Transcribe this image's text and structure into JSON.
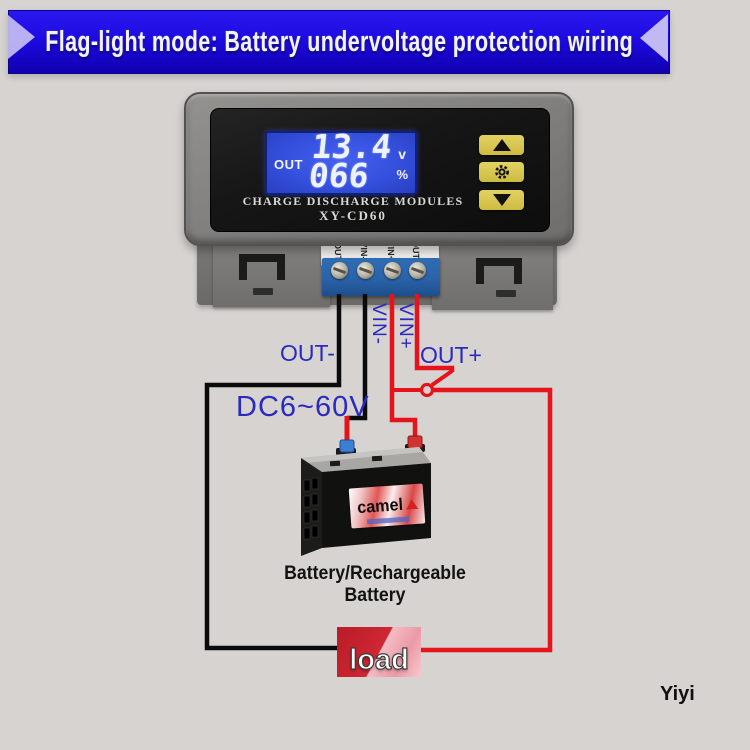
{
  "banner": {
    "title": "Flag-light mode: Battery undervoltage protection wiring",
    "bg_color": "#1c0ae0"
  },
  "module": {
    "display": {
      "out": "OUT",
      "voltage": "13.4",
      "voltage_unit": "v",
      "percent": "066",
      "percent_unit": "%"
    },
    "caption_line1": "CHARGE DISCHARGE MODULES",
    "caption_line2": "XY-CD60",
    "terminal_labels": [
      "OUT-",
      "VIN-",
      "VIN+",
      "OUT+"
    ]
  },
  "wiring": {
    "out_minus": "OUT-",
    "vin_minus": "VIN-",
    "vin_plus": "VIN+",
    "out_plus": "OUT+",
    "input_range": "DC6~60V",
    "wire_positive_color": "#e5131b",
    "wire_negative_color": "#0b0b0b",
    "label_color": "#2a2ac0"
  },
  "battery": {
    "brand": "camel",
    "caption": "Battery/Rechargeable Battery"
  },
  "load_label": "load",
  "credit": "Yiyi",
  "colors": {
    "background": "#d6d3d0",
    "lcd_blue": "#3450dd",
    "button_yellow": "#d9c750",
    "terminal_block_blue": "#2a63a8"
  }
}
